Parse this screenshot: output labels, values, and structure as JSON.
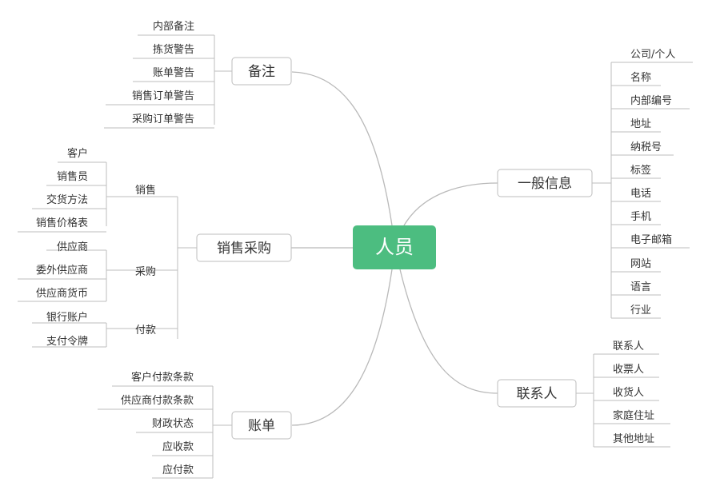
{
  "center": {
    "label": "人员",
    "color": "#4cbd80"
  },
  "colors": {
    "line": "#b9b9b9",
    "box_border": "#bdbdbd",
    "text": "#333333"
  },
  "branches": {
    "notes": {
      "label": "备注",
      "items": [
        "内部备注",
        "拣货警告",
        "账单警告",
        "销售订单警告",
        "采购订单警告"
      ]
    },
    "sales_purchase": {
      "label": "销售采购",
      "groups": [
        {
          "label": "销售",
          "items": [
            "客户",
            "销售员",
            "交货方法",
            "销售价格表"
          ]
        },
        {
          "label": "采购",
          "items": [
            "供应商",
            "委外供应商",
            "供应商货币"
          ]
        },
        {
          "label": "付款",
          "items": [
            "银行账户",
            "支付令牌"
          ]
        }
      ]
    },
    "billing": {
      "label": "账单",
      "items": [
        "客户付款条款",
        "供应商付款条款",
        "财政状态",
        "应收款",
        "应付款"
      ]
    },
    "general": {
      "label": "一般信息",
      "items": [
        "公司/个人",
        "名称",
        "内部编号",
        "地址",
        "纳税号",
        "标签",
        "电话",
        "手机",
        "电子邮箱",
        "网站",
        "语言",
        "行业"
      ]
    },
    "contacts": {
      "label": "联系人",
      "items": [
        "联系人",
        "收票人",
        "收货人",
        "家庭住址",
        "其他地址"
      ]
    }
  }
}
